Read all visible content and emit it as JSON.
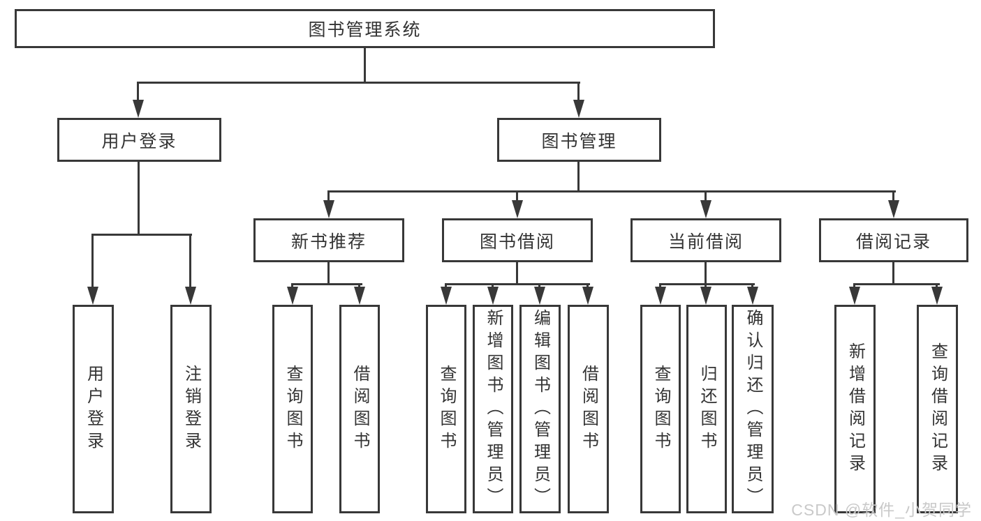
{
  "tree": {
    "label": "图书管理系统",
    "children": [
      {
        "label": "用户登录",
        "children": [
          {
            "label": "用户登录"
          },
          {
            "label": "注销登录"
          }
        ]
      },
      {
        "label": "图书管理",
        "children": [
          {
            "label": "新书推荐",
            "children": [
              {
                "label": "查询图书"
              },
              {
                "label": "借阅图书"
              }
            ]
          },
          {
            "label": "图书借阅",
            "children": [
              {
                "label": "查询图书"
              },
              {
                "label": "新增图书（管理员）"
              },
              {
                "label": "编辑图书（管理员）"
              },
              {
                "label": "借阅图书"
              }
            ]
          },
          {
            "label": "当前借阅",
            "children": [
              {
                "label": "查询图书"
              },
              {
                "label": "归还图书"
              },
              {
                "label": "确认归还（管理员）"
              }
            ]
          },
          {
            "label": "借阅记录",
            "children": [
              {
                "label": "新增借阅记录"
              },
              {
                "label": "查询借阅记录"
              }
            ]
          }
        ]
      }
    ]
  },
  "watermark": {
    "text": "CSDN @软件_小贺同学"
  },
  "colors": {
    "line": "#383838",
    "text": "#333333",
    "watermark": "#c9c9c9",
    "background": "#ffffff"
  }
}
